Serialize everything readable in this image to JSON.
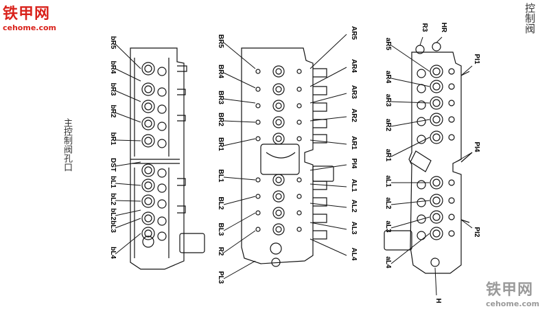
{
  "watermark_top": {
    "cn": "铁甲网",
    "url": "cehome.com"
  },
  "watermark_bottom": {
    "cn": "铁甲网",
    "url": "cehome.com"
  },
  "title_right": "控制阀",
  "title_left": "主控制阀孔口",
  "labels": {
    "left": [
      "bR5",
      "bR4",
      "bR3",
      "bR2",
      "bR1",
      "DST",
      "bL1",
      "bL2",
      "bL2",
      "bL3",
      "bL4"
    ],
    "center_left": [
      "BR5",
      "BR4",
      "BR3",
      "BR2",
      "BR1",
      "BL1",
      "BL2",
      "BL3",
      "R2",
      "PL3"
    ],
    "center_right": [
      "AR5",
      "AR4",
      "AR3",
      "AR2",
      "AR1",
      "PI4",
      "AL1",
      "AL2",
      "AL3",
      "AL4"
    ],
    "right_top": [
      "R3",
      "HR"
    ],
    "right_left": [
      "aR5",
      "aR4",
      "aR3",
      "aR2",
      "aR1",
      "aL1",
      "aL2",
      "aL3",
      "aL4"
    ],
    "right_right": [
      "PI1",
      "PI4",
      "PI2"
    ],
    "right_bottom": "H"
  }
}
